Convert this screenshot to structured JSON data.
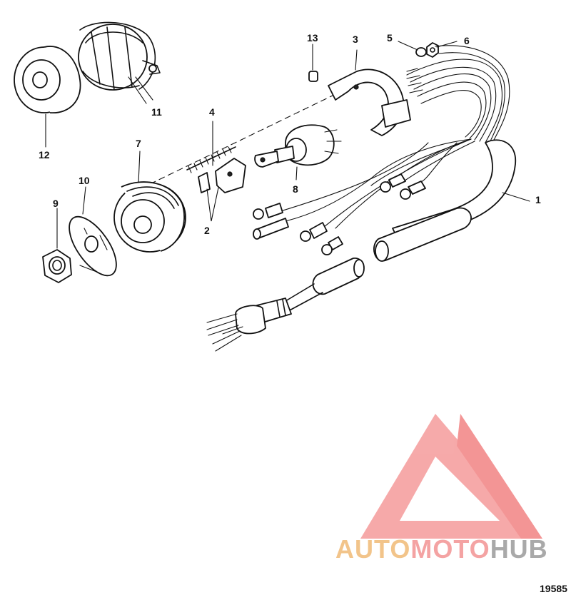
{
  "diagram": {
    "callouts": [
      "1",
      "2",
      "3",
      "4",
      "5",
      "6",
      "7",
      "8",
      "9",
      "10",
      "11",
      "12",
      "13"
    ],
    "figure_number": "19585"
  },
  "watermark": {
    "text_part1": "AUTO",
    "text_part2": "MOTO",
    "text_part3": "HUB",
    "colors": {
      "logo": "#f59a9a",
      "auto": "#f2c48a",
      "moto": "#f4a3a3",
      "hub": "#a9a9a9"
    }
  }
}
